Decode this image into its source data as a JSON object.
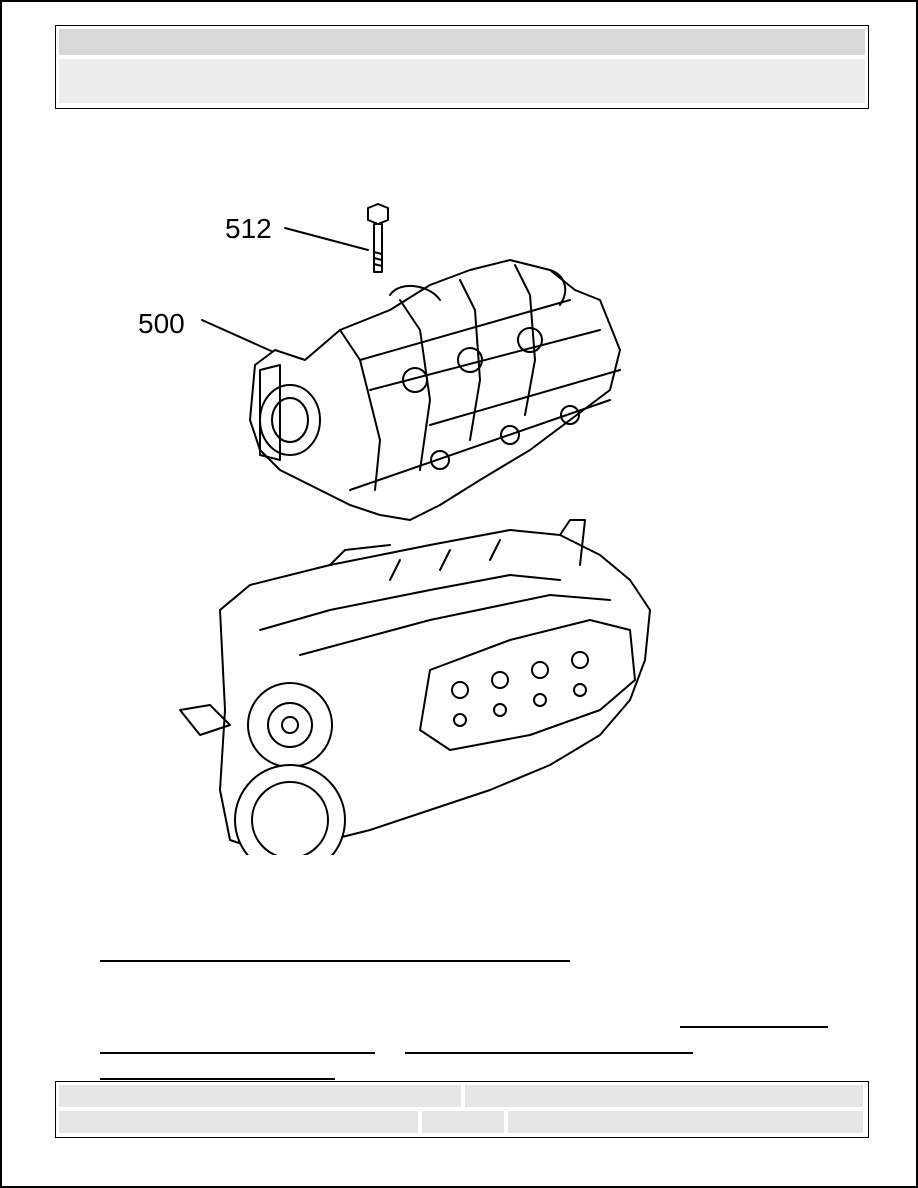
{
  "figure": {
    "callouts": [
      {
        "id": "512",
        "label": "512"
      },
      {
        "id": "500",
        "label": "500"
      }
    ],
    "subject": "intake-manifold-and-engine-block"
  },
  "colors": {
    "header_bar": "#d8d8d8",
    "header_sub": "#ececec",
    "footer_cell": "#e6e6e6",
    "line_art": "#000000"
  }
}
